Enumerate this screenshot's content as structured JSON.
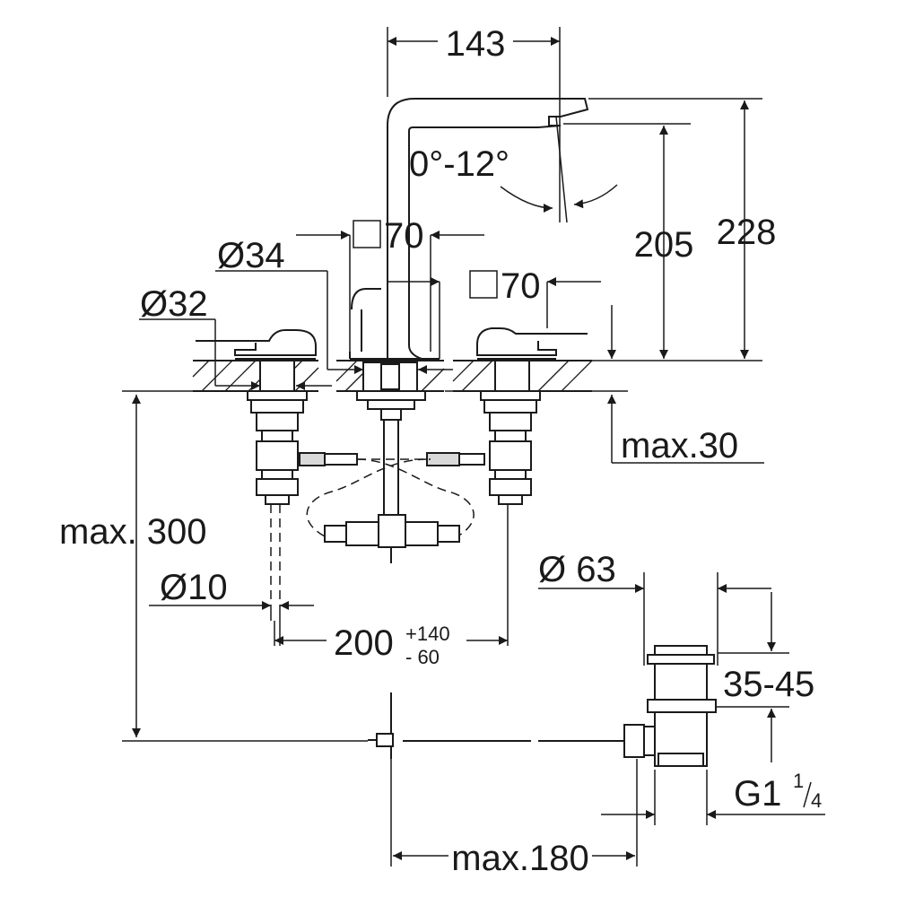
{
  "dimensions": {
    "spout_reach": "143",
    "spout_angle": "0°-12°",
    "spout_height": "205",
    "overall_height": "228",
    "spout_base_square": "70",
    "handle_base_square": "70",
    "spout_base_diameter": "Ø34",
    "handle_base_diameter": "Ø32",
    "max_counter_thickness": "max.30",
    "max_depth": "max. 300",
    "supply_pipe_diameter": "Ø10",
    "centers_nominal": "200",
    "centers_plus": "+140",
    "centers_minus": "- 60",
    "drain_diameter": "Ø 63",
    "drain_range": "35-45",
    "drain_thread": "G1",
    "drain_thread_fraction_num": "1",
    "drain_thread_fraction_den": "4",
    "pull_rod_reach": "max.180"
  }
}
